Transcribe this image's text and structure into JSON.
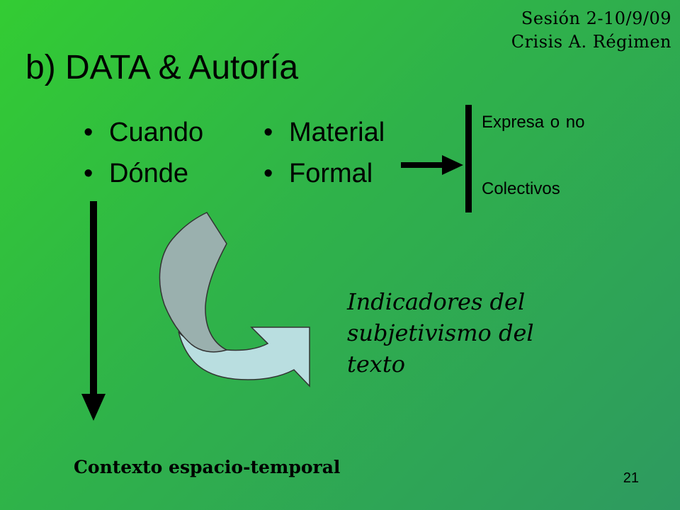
{
  "slide": {
    "session_line1": "Sesión 2-10/9/09",
    "session_line2": "Crisis A. Régimen",
    "title": "b) DATA & Autoría",
    "bullets_left": [
      "Cuando",
      "Dónde"
    ],
    "bullets_right": [
      "Material",
      "Formal"
    ],
    "options": [
      "Expresa o no",
      "Colectivos"
    ],
    "indicators_lines": [
      "Indicadores del",
      "subjetivismo del",
      "texto"
    ],
    "context_label": "Contexto espacio-temporal",
    "page_number": "21"
  },
  "colors": {
    "background_start": "#33cc33",
    "background_end": "#2e9a60",
    "curved_arrow_dark": "#9ab0ae",
    "curved_arrow_light": "#b9dee0"
  }
}
